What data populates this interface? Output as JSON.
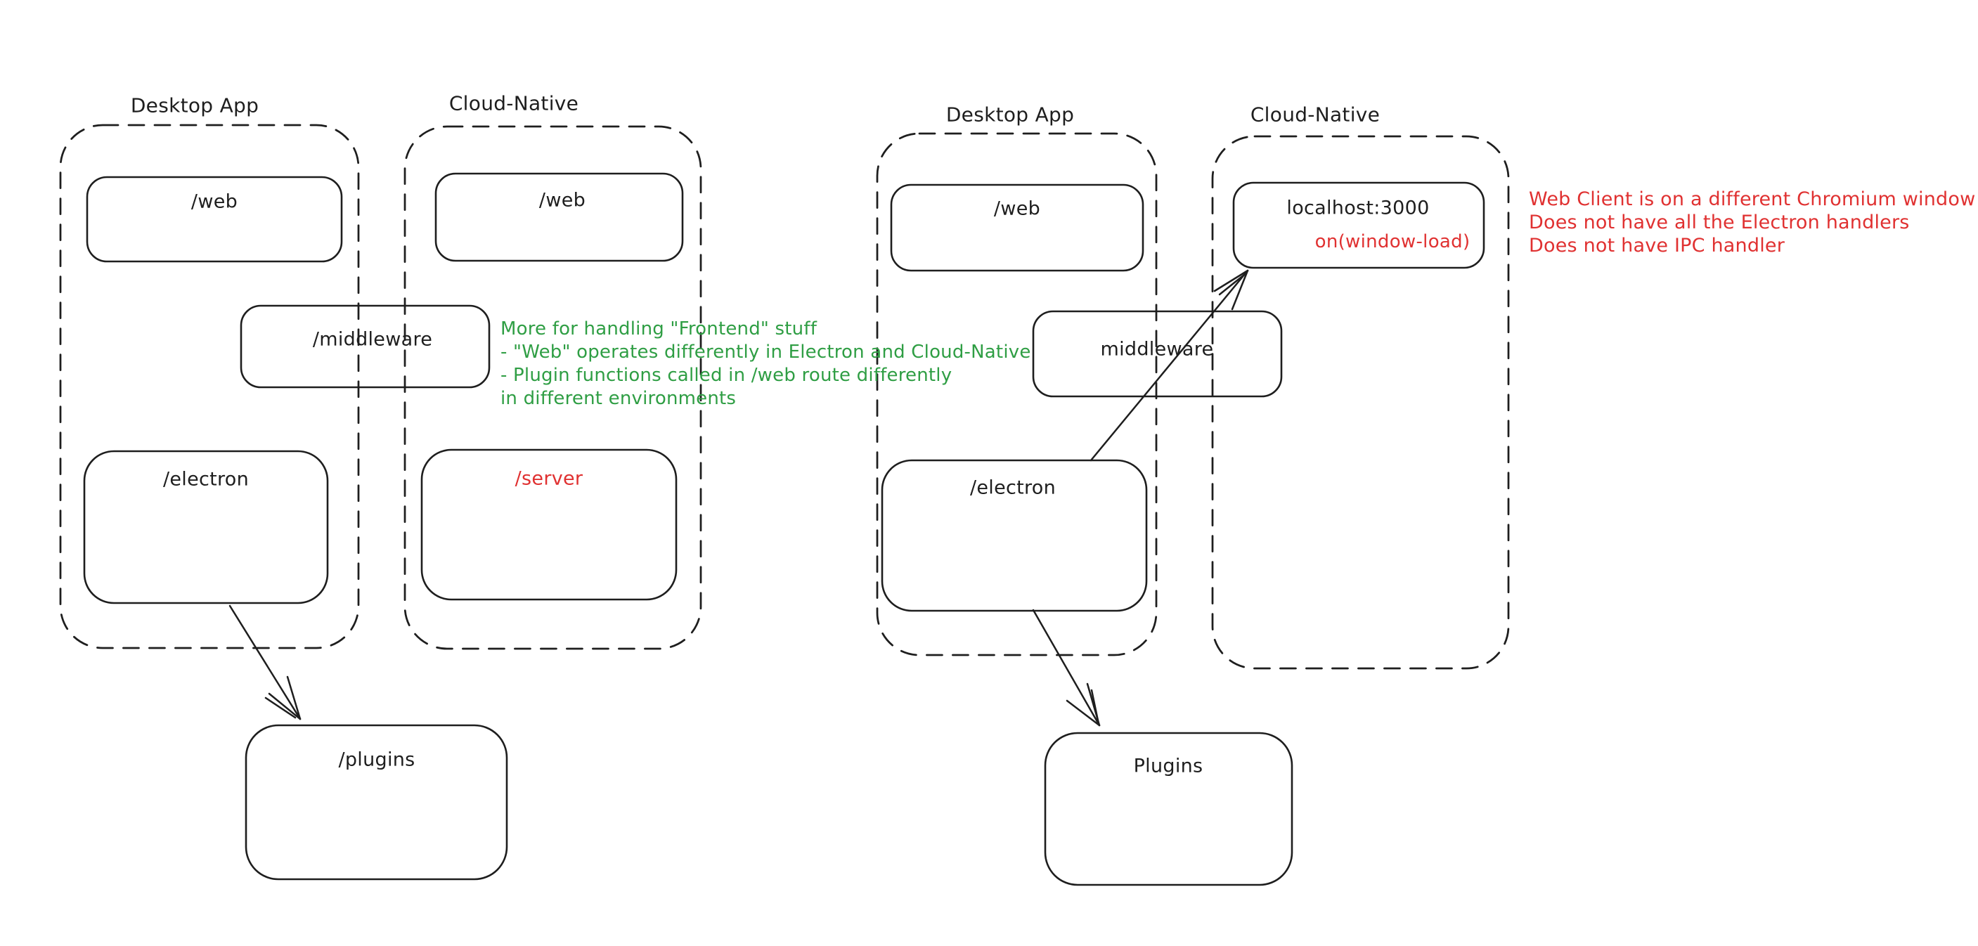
{
  "canvas": {
    "background": "#ffffff"
  },
  "colors": {
    "ink": "#1e1e1e",
    "green": "#2f9e44",
    "red": "#e03131"
  },
  "left": {
    "desktop_label": "Desktop App",
    "cloud_label": "Cloud-Native",
    "boxes": {
      "web_desktop": "/web",
      "web_cloud": "/web",
      "middleware": "/middleware",
      "electron": "/electron",
      "server": "/server",
      "plugins": "/plugins"
    },
    "note_green": [
      "More for handling \"Frontend\" stuff",
      "- \"Web\" operates differently in Electron and Cloud-Native",
      "- Plugin functions called in /web route differently",
      "in different environments"
    ]
  },
  "right": {
    "desktop_label": "Desktop App",
    "cloud_label": "Cloud-Native",
    "boxes": {
      "web": "/web",
      "localhost": "localhost:3000",
      "localhost_event": "on(window-load)",
      "middleware": "middleware",
      "electron": "/electron",
      "plugins": "Plugins"
    },
    "note_red": [
      "Web Client is on a different Chromium window",
      "Does not have all the Electron handlers",
      "Does not have IPC handler"
    ]
  }
}
